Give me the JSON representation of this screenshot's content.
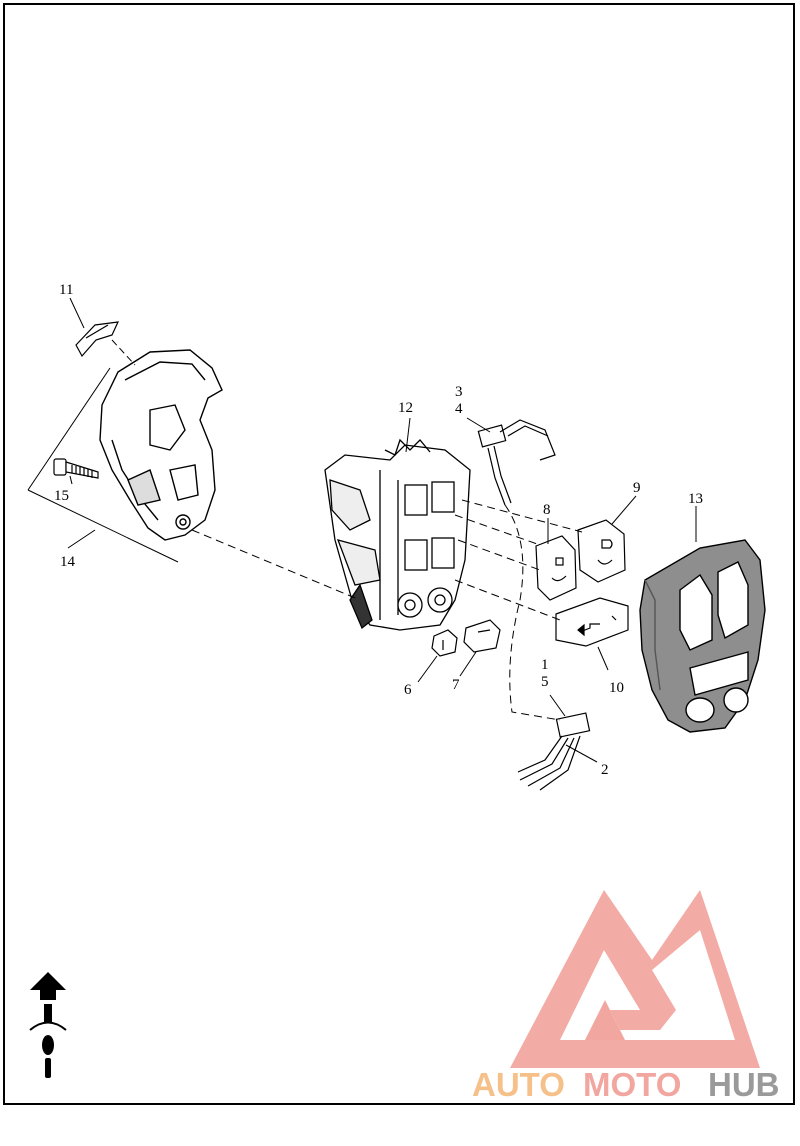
{
  "diagram": {
    "callouts": [
      {
        "id": "c1",
        "label": "1"
      },
      {
        "id": "c2",
        "label": "2"
      },
      {
        "id": "c3",
        "label": "3"
      },
      {
        "id": "c4",
        "label": "4"
      },
      {
        "id": "c5",
        "label": "5"
      },
      {
        "id": "c6",
        "label": "6"
      },
      {
        "id": "c7",
        "label": "7"
      },
      {
        "id": "c8",
        "label": "8"
      },
      {
        "id": "c9",
        "label": "9"
      },
      {
        "id": "c10",
        "label": "10"
      },
      {
        "id": "c11",
        "label": "11"
      },
      {
        "id": "c12",
        "label": "12"
      },
      {
        "id": "c13",
        "label": "13"
      },
      {
        "id": "c14",
        "label": "14"
      },
      {
        "id": "c15",
        "label": "15"
      }
    ]
  },
  "watermark": {
    "part1": "AUTO",
    "part2": "MOTO",
    "part3": "HUB",
    "color1": "#f6c08a",
    "color2": "#f2a6a0",
    "color3": "#9a9a9a"
  },
  "orientation_icon": "front-direction-arrow-icon"
}
